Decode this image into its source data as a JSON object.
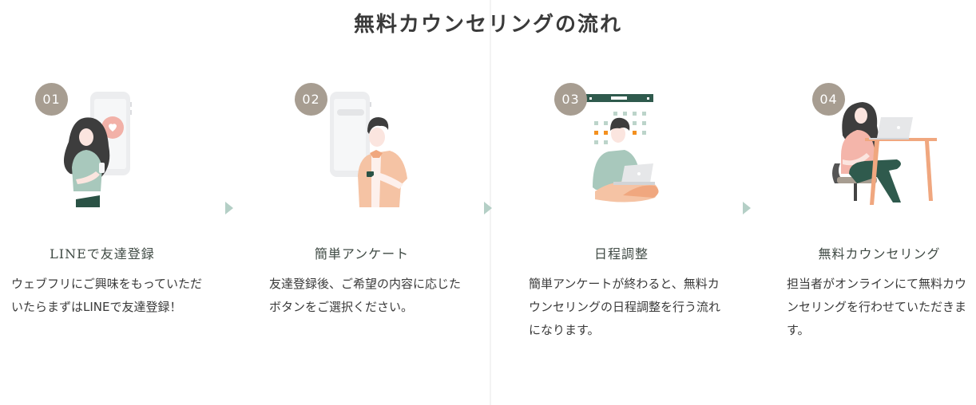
{
  "page": {
    "title": "無料カウンセリングの流れ"
  },
  "colors": {
    "badge": "#a79d91",
    "arrow": "#b4cfc6",
    "accent_green": "#2f5a4d",
    "accent_pink": "#f2b1a8",
    "accent_orange": "#f0a77f"
  },
  "steps": [
    {
      "number": "01",
      "title": "LINEで友達登録",
      "description": "ウェブフリにご興味をもっていただいたらまずはLINEで友達登録！",
      "illustration": "woman-with-phone-heart-illustration"
    },
    {
      "number": "02",
      "title": "簡単アンケート",
      "description": "友達登録後、ご希望の内容に応じたボタンをご選択ください。",
      "illustration": "man-using-phone-illustration"
    },
    {
      "number": "03",
      "title": "日程調整",
      "description": "簡単アンケートが終わると、無料カウンセリングの日程調整を行う流れになります。",
      "illustration": "man-with-laptop-calendar-illustration"
    },
    {
      "number": "04",
      "title": "無料カウンセリング",
      "description": "担当者がオンラインにて無料カウンセリングを行わせていただきます。",
      "illustration": "woman-at-desk-laptop-illustration"
    }
  ],
  "arrows": [
    "next-arrow",
    "next-arrow",
    "next-arrow"
  ]
}
